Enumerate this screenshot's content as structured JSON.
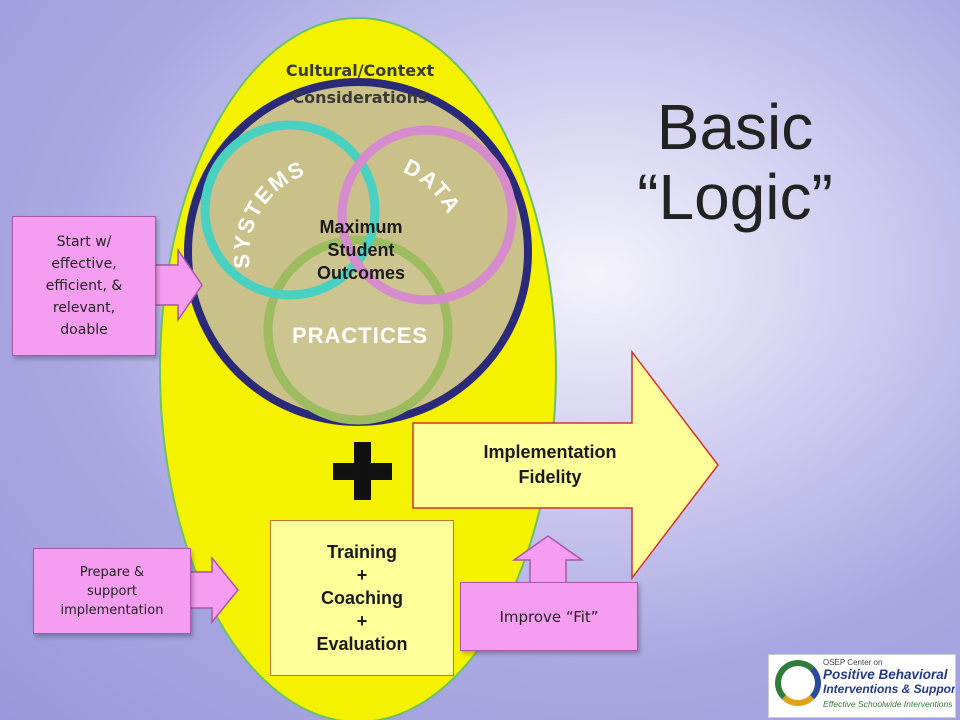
{
  "title": {
    "line1": "Basic",
    "line2": "“Logic”"
  },
  "ellipse": {
    "label_line1": "Cultural/Context",
    "label_line2": "Considerations"
  },
  "venn": {
    "systems": "SYSTEMS",
    "data": "DATA",
    "practices": "PRACTICES",
    "center_line1": "Maximum",
    "center_line2": "Student",
    "center_line3": "Outcomes"
  },
  "callouts": {
    "start_lines": [
      "Start w/",
      "effective,",
      "efficient, &",
      "relevant,",
      "doable"
    ],
    "prepare_lines": [
      "Prepare &",
      "support",
      "implementation"
    ],
    "improve": "Improve “Fit”"
  },
  "training_lines": [
    "Training",
    "+",
    "Coaching",
    "+",
    "Evaluation"
  ],
  "fidelity_lines": [
    "Implementation",
    "Fidelity"
  ],
  "logo": {
    "line1": "OSEP Center on",
    "line2": "Positive Behavioral",
    "line3": "Interventions & Supports",
    "line4": "Effective Schoolwide Interventions"
  },
  "colors": {
    "ellipse_fill": "#f5f200",
    "ellipse_stroke": "#6cc06c",
    "big_circle_fill": "#c9c08a",
    "big_circle_stroke": "#2b2a78",
    "systems_ring": "#48d0c0",
    "data_ring": "#d68ccc",
    "practices_ring": "#9dbb5f",
    "callout_fill": "#f59df0",
    "box_fill": "#ffff99",
    "plus": "#111111"
  }
}
